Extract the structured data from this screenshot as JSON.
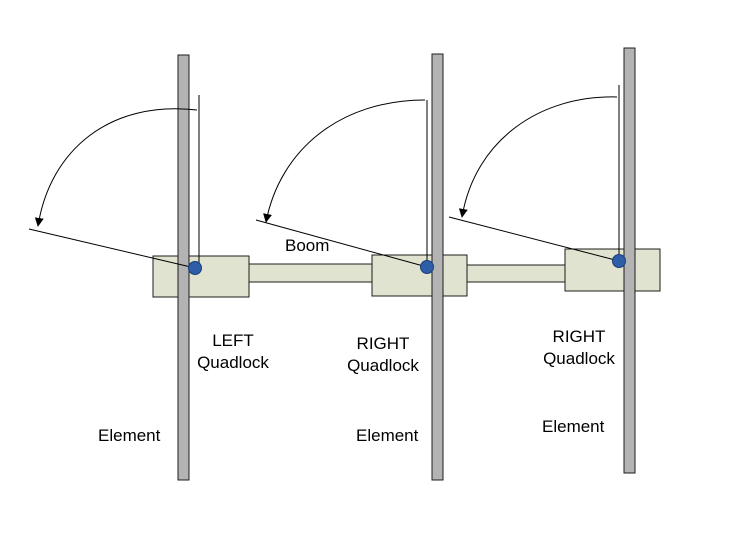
{
  "colors": {
    "block_fill": "#dfe3cf",
    "block_stroke": "#1e1e1e",
    "element_fill": "#b3b3b3",
    "pivot_fill": "#2e5ea8",
    "line_color": "#000000"
  },
  "labels": {
    "boom": "Boom",
    "quadlocks": [
      {
        "line1": "LEFT",
        "line2": "Quadlock"
      },
      {
        "line1": "RIGHT",
        "line2": "Quadlock"
      },
      {
        "line1": "RIGHT",
        "line2": "Quadlock"
      }
    ],
    "elements": [
      "Element",
      "Element",
      "Element"
    ]
  }
}
